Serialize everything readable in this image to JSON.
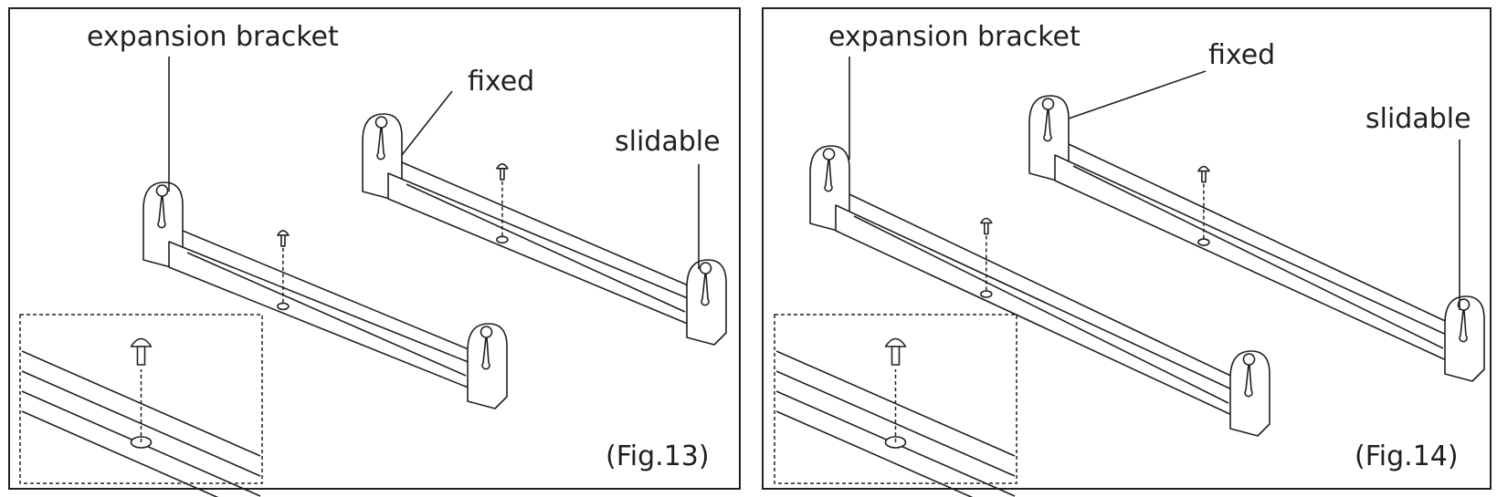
{
  "figures": [
    {
      "caption": "(Fig.13)",
      "labels": {
        "expansion_bracket": "expansion bracket",
        "fixed": "fixed",
        "slidable": "slidable"
      }
    },
    {
      "caption": "(Fig.14)",
      "labels": {
        "expansion_bracket": "expansion bracket",
        "fixed": "fixed",
        "slidable": "slidable"
      }
    }
  ]
}
